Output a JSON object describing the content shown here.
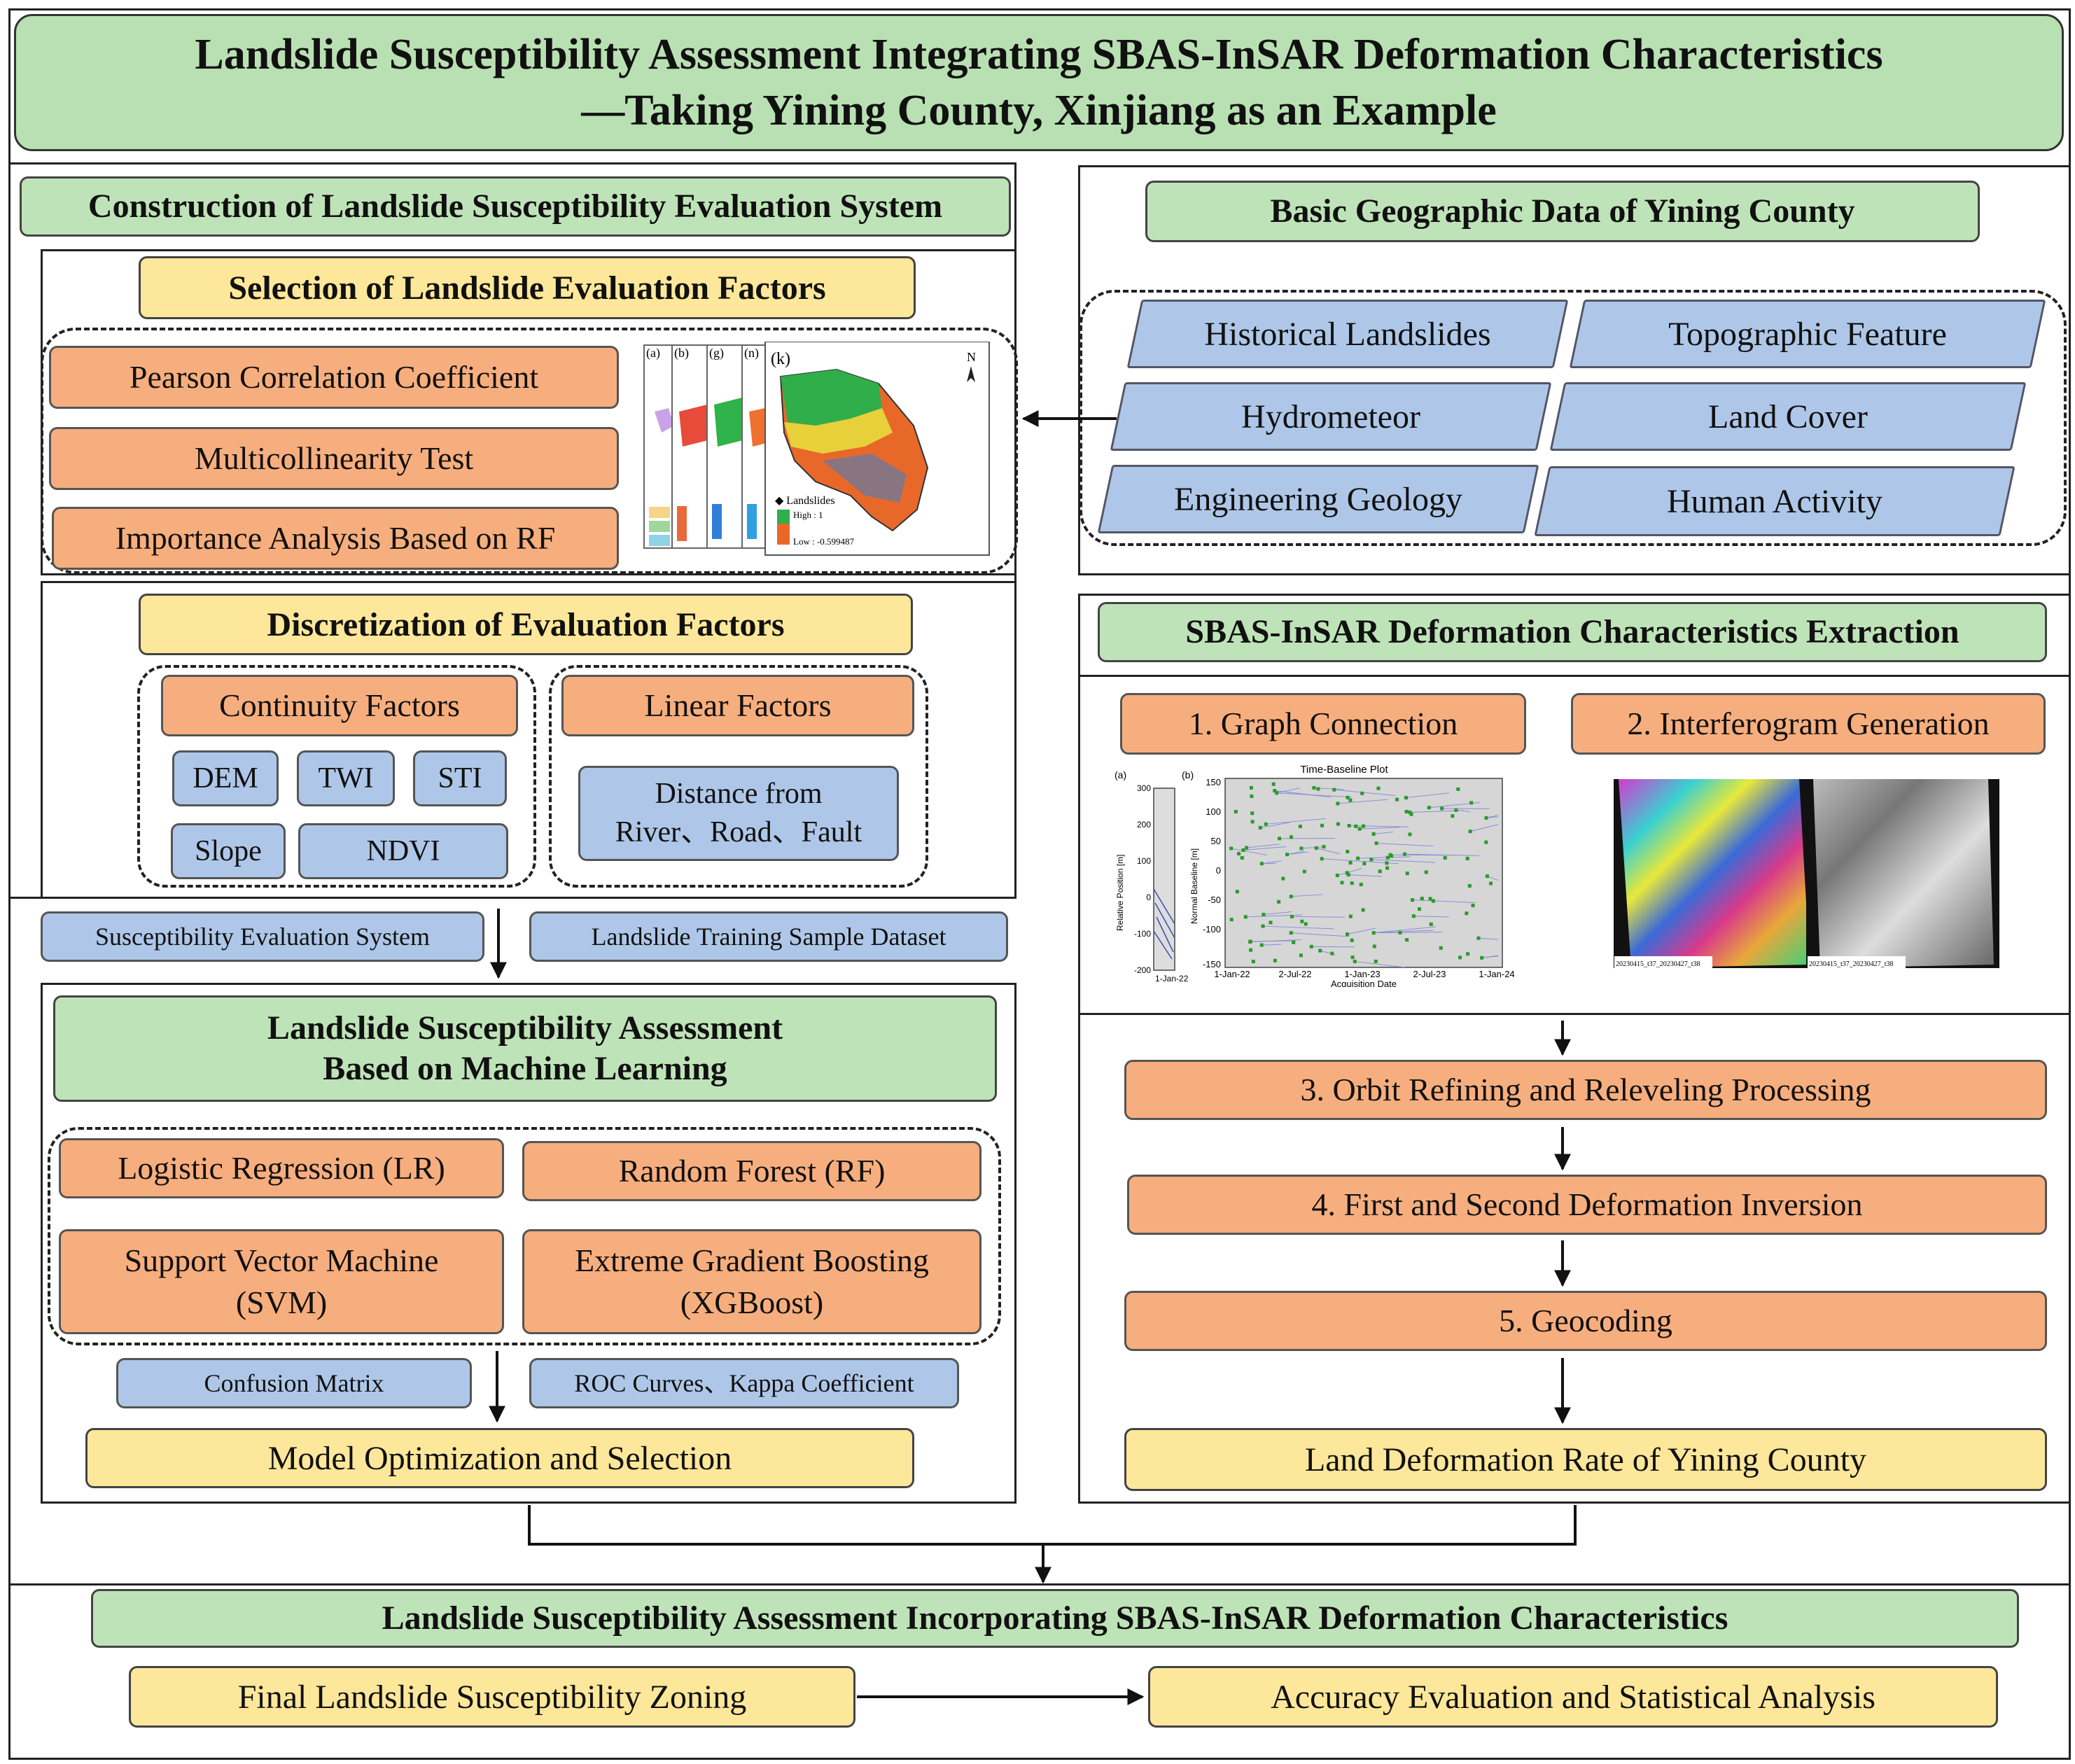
{
  "title": {
    "line1": "Landslide Susceptibility Assessment Integrating SBAS-InSAR Deformation Characteristics",
    "line2": "—Taking Yining County, Xinjiang as an Example"
  },
  "left_panel": {
    "header": "Construction of Landslide Susceptibility Evaluation System",
    "selection": {
      "title": "Selection of Landslide Evaluation Factors",
      "methods": [
        "Pearson Correlation Coefficient",
        "Multicollinearity Test",
        "Importance Analysis Based on RF"
      ],
      "map_labels": {
        "a": "(a)",
        "b": "(b)",
        "g": "(g)",
        "n": "(n)",
        "k": "(k)",
        "north": "N",
        "legend_title": "◆ Landslides",
        "high": "High : 1",
        "low": "Low : -0.599487"
      }
    },
    "discretization": {
      "title": "Discretization of Evaluation Factors",
      "continuity": {
        "title": "Continuity Factors",
        "items": [
          "DEM",
          "TWI",
          "STI",
          "Slope",
          "NDVI"
        ]
      },
      "linear": {
        "title": "Linear Factors",
        "item_line1": "Distance from",
        "item_line2": "River、Road、Fault"
      }
    },
    "inputs": [
      "Susceptibility Evaluation System",
      "Landslide Training Sample Dataset"
    ],
    "ml": {
      "title_line1": "Landslide Susceptibility Assessment",
      "title_line2": "Based on Machine Learning",
      "models": {
        "lr": "Logistic Regression (LR)",
        "rf": "Random Forest (RF)",
        "svm_line1": "Support Vector Machine",
        "svm_line2": "(SVM)",
        "xgb_line1": "Extreme Gradient Boosting",
        "xgb_line2": "(XGBoost)"
      },
      "metrics": [
        "Confusion Matrix",
        "ROC Curves、Kappa Coefficient"
      ],
      "optimization": "Model Optimization and Selection"
    }
  },
  "right_panel": {
    "geo": {
      "title": "Basic Geographic Data of Yining County",
      "items": [
        "Historical Landslides",
        "Topographic Feature",
        "Hydrometeor",
        "Land Cover",
        "Engineering Geology",
        "Human Activity"
      ]
    },
    "sbas": {
      "title": "SBAS-InSAR Deformation Characteristics Extraction",
      "step1": "1. Graph Connection",
      "step2": "2. Interferogram Generation",
      "step3": "3. Orbit Refining and Releveling Processing",
      "step4": "4. First and Second Deformation Inversion",
      "step5": "5. Geocoding",
      "result": "Land Deformation Rate of Yining County",
      "plot": {
        "a_label": "(a)",
        "b_label": "(b)",
        "title": "Time-Baseline Plot",
        "a_ylabel": "Relative Position [m]",
        "ylabel": "Normal Baseline [m]",
        "xlabel": "Acquisition Date",
        "a_yticks": [
          "300",
          "200",
          "100",
          "0",
          "-100",
          "-200"
        ],
        "yticks": [
          "150",
          "100",
          "50",
          "0",
          "-50",
          "-100",
          "-150"
        ],
        "xticks": [
          "1-Jan-22",
          "2-Jul-22",
          "1-Jan-23",
          "2-Jul-23",
          "1-Jan-24"
        ],
        "a_xtick": "1-Jan-22"
      },
      "interferogram_captions": [
        "20230415_t37_20230427_t38",
        "20230415_t37_20230427_t38"
      ]
    }
  },
  "bottom": {
    "title": "Landslide Susceptibility Assessment Incorporating SBAS-InSAR Deformation Characteristics",
    "zoning": "Final Landslide Susceptibility Zoning",
    "accuracy": "Accuracy Evaluation and Statistical Analysis"
  }
}
